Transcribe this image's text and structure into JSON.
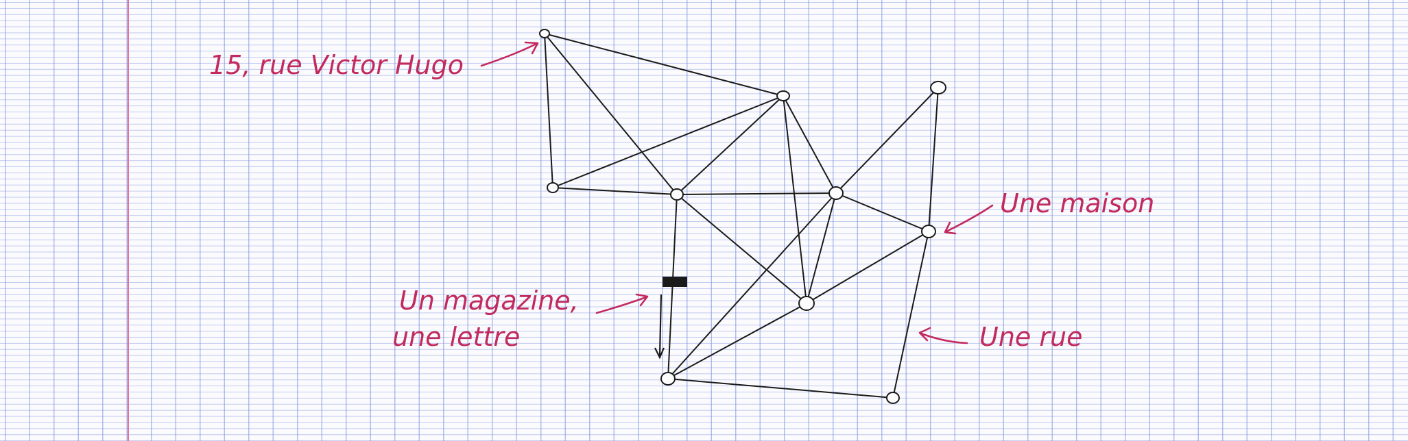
{
  "diagram": {
    "nodes": [
      {
        "id": "n1"
      },
      {
        "id": "n2"
      },
      {
        "id": "n3"
      },
      {
        "id": "n4"
      },
      {
        "id": "n5"
      },
      {
        "id": "n6"
      },
      {
        "id": "n7"
      },
      {
        "id": "n8"
      },
      {
        "id": "n9"
      },
      {
        "id": "n10"
      }
    ],
    "edges": [
      [
        "n1",
        "n2"
      ],
      [
        "n1",
        "n3"
      ],
      [
        "n1",
        "n4"
      ],
      [
        "n2",
        "n3"
      ],
      [
        "n2",
        "n4"
      ],
      [
        "n2",
        "n6"
      ],
      [
        "n2",
        "n7"
      ],
      [
        "n3",
        "n4"
      ],
      [
        "n4",
        "n6"
      ],
      [
        "n4",
        "n7"
      ],
      [
        "n4",
        "n8"
      ],
      [
        "n5",
        "n6"
      ],
      [
        "n5",
        "n9"
      ],
      [
        "n6",
        "n7"
      ],
      [
        "n6",
        "n8"
      ],
      [
        "n6",
        "n9"
      ],
      [
        "n7",
        "n8"
      ],
      [
        "n7",
        "n9"
      ],
      [
        "n8",
        "n10"
      ],
      [
        "n9",
        "n10"
      ]
    ],
    "message_marker": {
      "from": "n4",
      "to": "n8"
    }
  },
  "annotations": {
    "address": "15, rue Victor Hugo",
    "house": "Une maison",
    "message_line1": "Un magazine,",
    "message_line2": "une lettre",
    "street": "Une rue"
  },
  "colors": {
    "ink": "#1a1a1a",
    "annotation": "#c22a5e",
    "margin_line": "#e7739b",
    "grid": "#8c9be0"
  }
}
